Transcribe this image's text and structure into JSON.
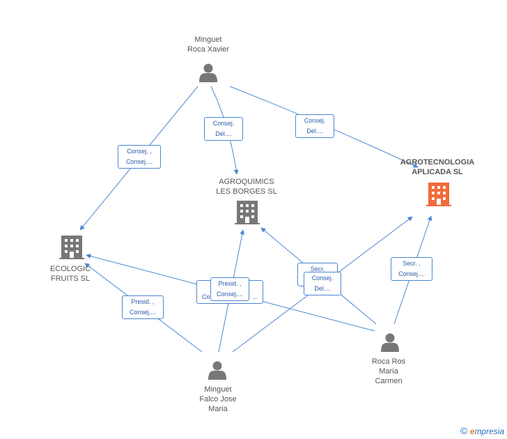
{
  "nodes": {
    "minguet_roca": {
      "lines": [
        "Minguet",
        "Roca Xavier"
      ],
      "kind": "person"
    },
    "agroquimics": {
      "lines": [
        "AGROQUIMICS",
        "LES BORGES SL"
      ],
      "kind": "company"
    },
    "agrotecnologia": {
      "lines": [
        "AGROTECNOLOGIA",
        "APLICADA SL"
      ],
      "kind": "company-focus"
    },
    "ecologic": {
      "lines": [
        "ECOLOGIC",
        "FRUITS SL"
      ],
      "kind": "company"
    },
    "minguet_falco": {
      "lines": [
        "Minguet",
        "Falco Jose",
        "Maria"
      ],
      "kind": "person"
    },
    "roca_ros": {
      "lines": [
        "Roca Ros",
        "Maria",
        "Carmen"
      ],
      "kind": "person"
    }
  },
  "edge_labels": [
    {
      "lines": [
        "Consej. ,",
        "Consej...."
      ]
    },
    {
      "lines": [
        "Consej.",
        "Del...."
      ]
    },
    {
      "lines": [
        "Consej.",
        "Del...."
      ]
    },
    {
      "lines": [
        "Presid. ,",
        "Consej...."
      ]
    },
    {
      "lines": [
        "Co...",
        "..."
      ]
    },
    {
      "lines": [
        "Presid. ,",
        "Consej...."
      ]
    },
    {
      "lines": [
        "Secr.",
        "..."
      ]
    },
    {
      "lines": [
        "Consej.",
        "Del...."
      ]
    },
    {
      "lines": [
        "Secr. ,",
        "Consej...."
      ]
    }
  ],
  "colors": {
    "edge": "#4a86d0",
    "node": "#777777",
    "focus": "#f26b3a"
  },
  "icons": {
    "person": "person-icon",
    "company": "building-icon",
    "focus": "building-icon"
  },
  "brand": {
    "copyright": "©",
    "e": "e",
    "rest": "mpresia"
  }
}
